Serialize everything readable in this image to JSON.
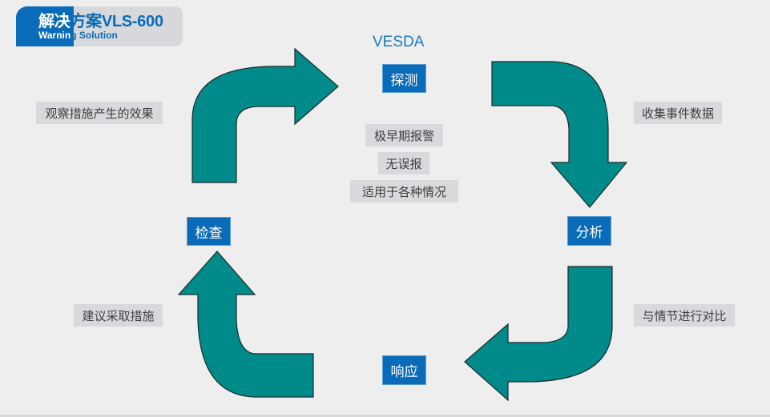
{
  "header": {
    "title_cn_white": "解决",
    "title_cn_blue": "方案",
    "title_model": "VLS-600",
    "subtitle_white": "Warnin",
    "subtitle_blue": "g Solution"
  },
  "center": {
    "system_label": "VESDA",
    "features": [
      "极早期报警",
      "无误报",
      "适用于各种情况"
    ]
  },
  "stages": {
    "detect": "探测",
    "analyze": "分析",
    "respond": "响应",
    "inspect": "检查"
  },
  "transitions": {
    "detect_to_analyze": "收集事件数据",
    "analyze_to_respond": "与情节进行对比",
    "respond_to_inspect": "建议采取措施",
    "inspect_to_detect": "观察措施产生的效果"
  },
  "colors": {
    "stage_box": "#0a6cb8",
    "arrow": "#008b8a",
    "note_bg": "#d8d9dd",
    "background": "#eeeeee"
  }
}
